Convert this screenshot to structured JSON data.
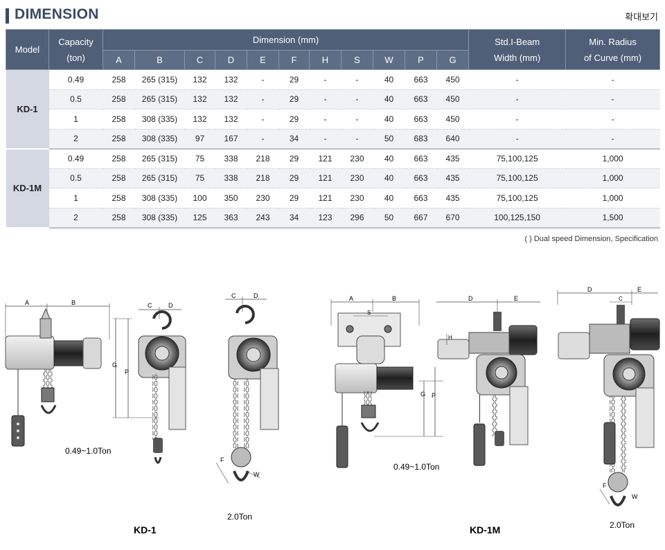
{
  "header": {
    "title": "DIMENSION",
    "zoom_label": "확대보기"
  },
  "table": {
    "col_model": "Model",
    "col_capacity": [
      "Capacity",
      "(ton)"
    ],
    "col_dimension": "Dimension (mm)",
    "dimension_letters": [
      "A",
      "B",
      "C",
      "D",
      "E",
      "F",
      "H",
      "S",
      "W",
      "P",
      "G"
    ],
    "col_beam": [
      "Std.I-Beam",
      "Width (mm)"
    ],
    "col_radius": [
      "Min. Radius",
      "of Curve (mm)"
    ],
    "groups": [
      {
        "model": "KD-1",
        "rows": [
          [
            "0.49",
            "258",
            "265 (315)",
            "132",
            "132",
            "-",
            "29",
            "-",
            "-",
            "40",
            "663",
            "450",
            "-",
            "-"
          ],
          [
            "0.5",
            "258",
            "265 (315)",
            "132",
            "132",
            "-",
            "29",
            "-",
            "-",
            "40",
            "663",
            "450",
            "-",
            "-"
          ],
          [
            "1",
            "258",
            "308 (335)",
            "132",
            "132",
            "-",
            "29",
            "-",
            "-",
            "40",
            "663",
            "450",
            "-",
            "-"
          ],
          [
            "2",
            "258",
            "308 (335)",
            "97",
            "167",
            "-",
            "34",
            "-",
            "-",
            "50",
            "683",
            "640",
            "-",
            "-"
          ]
        ]
      },
      {
        "model": "KD-1M",
        "rows": [
          [
            "0.49",
            "258",
            "265 (315)",
            "75",
            "338",
            "218",
            "29",
            "121",
            "230",
            "40",
            "663",
            "435",
            "75,100,125",
            "1,000"
          ],
          [
            "0.5",
            "258",
            "265 (315)",
            "75",
            "338",
            "218",
            "29",
            "121",
            "230",
            "40",
            "663",
            "435",
            "75,100,125",
            "1,000"
          ],
          [
            "1",
            "258",
            "308 (335)",
            "100",
            "350",
            "230",
            "29",
            "121",
            "230",
            "40",
            "663",
            "435",
            "75,100,125",
            "1,000"
          ],
          [
            "2",
            "258",
            "308 (335)",
            "125",
            "363",
            "243",
            "34",
            "123",
            "296",
            "50",
            "667",
            "670",
            "100,125,150",
            "1,500"
          ]
        ]
      }
    ]
  },
  "note": "( ) Dual speed Dimension, Specification",
  "drawings": {
    "kd1_small_caption": "0.49~1.0Ton",
    "kd1_large_caption": "2.0Ton",
    "kd1_label": "KD-1",
    "kd1m_small_caption": "0.49~1.0Ton",
    "kd1m_large_caption": "2.0Ton",
    "kd1m_label": "KD-1M",
    "dim_letters": {
      "a": "A",
      "b": "B",
      "c": "C",
      "d": "D",
      "e": "E",
      "f": "F",
      "g": "G",
      "h": "H",
      "p": "P",
      "s": "S",
      "w": "W"
    }
  }
}
